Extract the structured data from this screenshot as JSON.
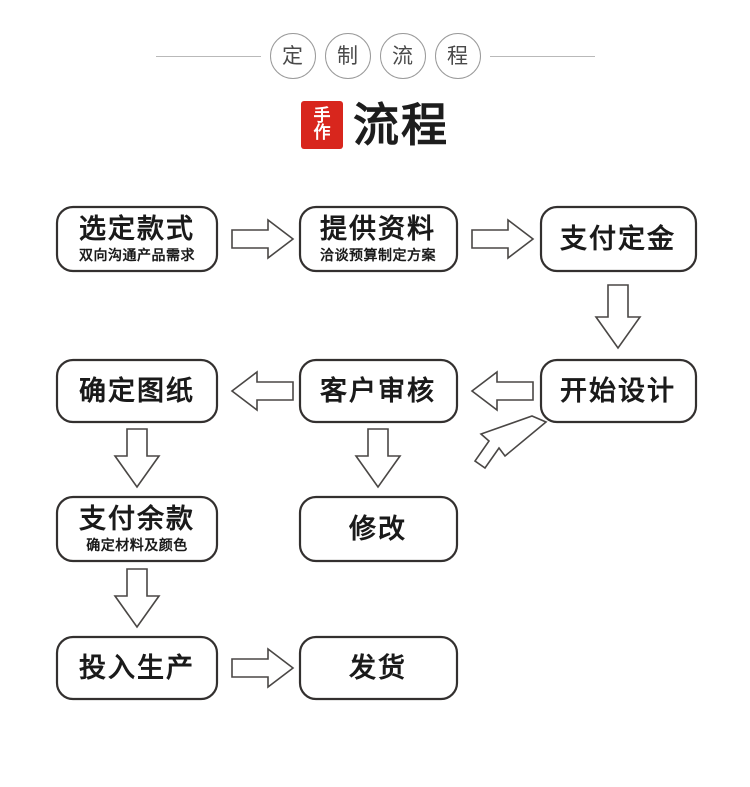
{
  "header": {
    "circle_chars": [
      "定",
      "制",
      "流",
      "程"
    ],
    "rule_color": "#b9b9b9",
    "circle_border_color": "#9a9a9a"
  },
  "title": {
    "seal_line1": "手",
    "seal_line2": "作",
    "seal_color": "#d8261d",
    "text": "流程"
  },
  "flow": {
    "accent_color": "#33302f",
    "arrow_color": "#4a4745",
    "nodes": [
      {
        "id": "select-style",
        "title": "选定款式",
        "subtitle": "双向沟通产品需求"
      },
      {
        "id": "provide-info",
        "title": "提供资料",
        "subtitle": "洽谈预算制定方案"
      },
      {
        "id": "pay-deposit",
        "title": "支付定金",
        "subtitle": ""
      },
      {
        "id": "confirm-drawing",
        "title": "确定图纸",
        "subtitle": ""
      },
      {
        "id": "customer-review",
        "title": "客户审核",
        "subtitle": ""
      },
      {
        "id": "start-design",
        "title": "开始设计",
        "subtitle": ""
      },
      {
        "id": "pay-balance",
        "title": "支付余款",
        "subtitle": "确定材料及颜色"
      },
      {
        "id": "revise",
        "title": "修改",
        "subtitle": ""
      },
      {
        "id": "production",
        "title": "投入生产",
        "subtitle": ""
      },
      {
        "id": "shipping",
        "title": "发货",
        "subtitle": ""
      }
    ],
    "connectors": [
      {
        "id": "select-style-to-provide-info",
        "direction": "right"
      },
      {
        "id": "provide-info-to-pay-deposit",
        "direction": "right"
      },
      {
        "id": "pay-deposit-to-start-design",
        "direction": "down"
      },
      {
        "id": "start-design-to-customer-review",
        "direction": "left"
      },
      {
        "id": "customer-review-to-confirm-drawing",
        "direction": "left"
      },
      {
        "id": "confirm-drawing-to-pay-balance",
        "direction": "down"
      },
      {
        "id": "customer-review-to-revise",
        "direction": "down"
      },
      {
        "id": "revise-to-start-design",
        "direction": "up-right"
      },
      {
        "id": "pay-balance-to-production",
        "direction": "down"
      },
      {
        "id": "production-to-shipping",
        "direction": "right"
      }
    ]
  }
}
